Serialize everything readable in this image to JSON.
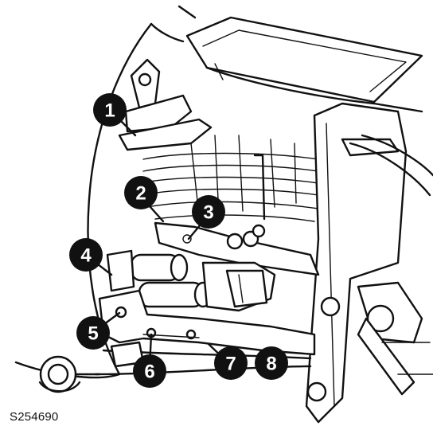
{
  "figure": {
    "reference_code": "S254690",
    "callouts": [
      {
        "label": "1"
      },
      {
        "label": "2"
      },
      {
        "label": "3"
      },
      {
        "label": "4"
      },
      {
        "label": "5"
      },
      {
        "label": "6"
      },
      {
        "label": "7"
      },
      {
        "label": "8"
      }
    ]
  }
}
